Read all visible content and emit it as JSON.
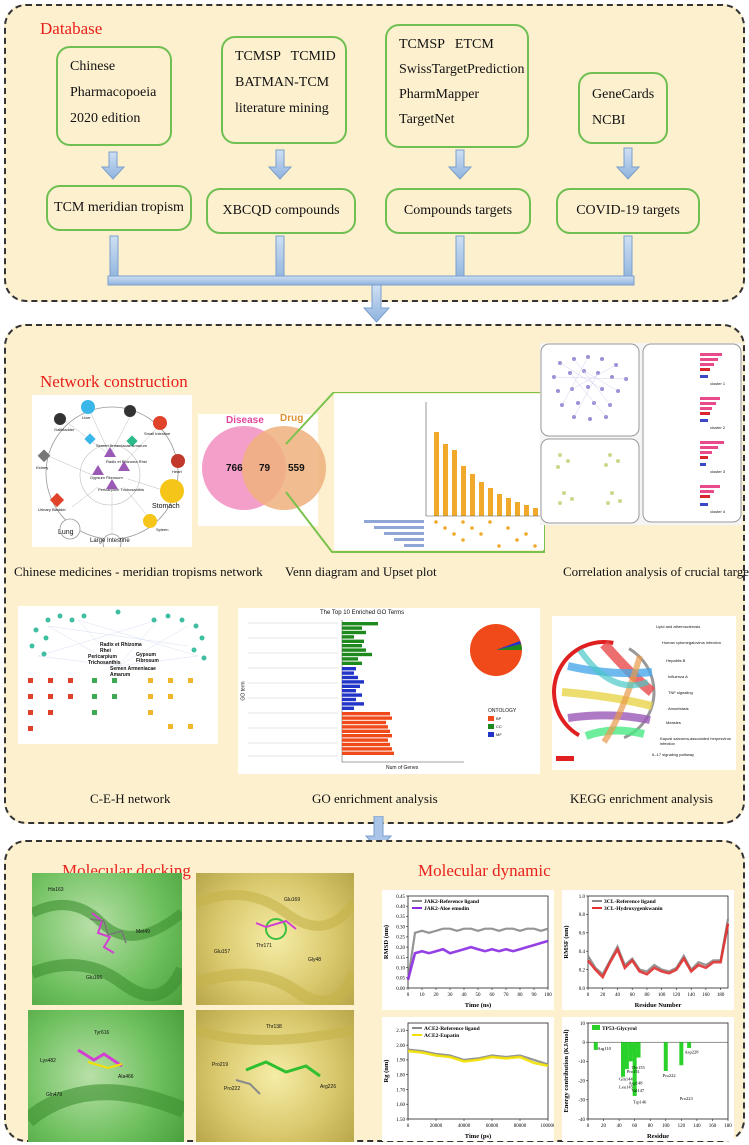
{
  "database": {
    "title": "Database",
    "sources": [
      [
        "Chinese",
        "Pharmacopoeia",
        "2020 edition"
      ],
      [
        "TCMSP   TCMID",
        "BATMAN-TCM",
        "literature mining"
      ],
      [
        "TCMSP   ETCM",
        "SwissTargetPrediction",
        "PharmMapper",
        "TargetNet"
      ],
      [
        "GeneCards",
        "NCBI"
      ]
    ],
    "targets": [
      "TCM meridian tropism",
      "XBCQD compounds",
      "Compounds targets",
      "COVID-19 targets"
    ]
  },
  "network": {
    "title": "Network construction",
    "captions": {
      "meridian": "Chinese medicines - meridian tropisms network",
      "venn": "Venn diagram and Upset plot",
      "correlation": "Correlation analysis of crucial targets",
      "ceh": "C-E-H network",
      "go": "GO enrichment analysis",
      "kegg": "KEGG enrichment analysis"
    },
    "venn": {
      "left_label": "Disease",
      "right_label": "Drug",
      "left_only": "766",
      "overlap": "79",
      "right_only": "559"
    },
    "meridian_nodes": [
      "Lung",
      "Large Intestine",
      "Stomach",
      "Spleen",
      "Small Intestine",
      "Heart",
      "Liver",
      "Kidney",
      "Urinary Bladder",
      "Gallbladder"
    ],
    "meridian_herbs": [
      "Semen Armeniacae Amarum",
      "Radix et Rhizoma Rhei",
      "Gypsum Fibrosum",
      "Pericarpium Trichosanthis"
    ],
    "ceh_herbs": [
      "Radix et Rhizoma Rhei",
      "Gypsum Fibrosum",
      "Pericarpium Trichosanthis",
      "Semen Armeniacae Amarum"
    ],
    "go_title": "The Top 10 Enriched GO Terms",
    "go_xlabel": "Num of Genes",
    "go_ylabel": "GO term",
    "go_legend_title": "ONTOLOGY",
    "go_legend": [
      "BP",
      "CC",
      "MF"
    ],
    "kegg_terms": [
      "Lipid and atherosclerosis",
      "Human cytomegalovirus infection",
      "Hepatitis B",
      "Influenza A",
      "TNF signaling",
      "Amoebiasis",
      "Measles",
      "Kaposi sarcoma-associated herpesvirus infection",
      "IL-17 signaling pathway"
    ],
    "correlation_clusters": [
      "cluster 1",
      "cluster 2",
      "cluster 3",
      "cluster 4"
    ]
  },
  "simulation": {
    "docking_title": "Molecular docking",
    "dynamic_title": "Molecular dynamic",
    "docking_residues": [
      [
        "His163",
        "Glu166",
        "Met49"
      ],
      [
        "Glu169",
        "Thr171",
        "Glu157",
        "Gly48"
      ],
      [
        "Tyr616",
        "Lys482",
        "Gln479",
        "Ala466"
      ],
      [
        "Thr138",
        "Pro219",
        "Pro222",
        "Arg226"
      ]
    ],
    "colors": {
      "gray_series": "#8a8a8a",
      "purple_series": "#8a2be2",
      "red_series": "#e03030",
      "yellow_series": "#f2e000",
      "green_bars": "#2bd12b"
    }
  },
  "chart_data": [
    {
      "type": "line",
      "title": "",
      "xlabel": "Time (ns)",
      "ylabel": "RMSD (nm)",
      "xlim": [
        0,
        100
      ],
      "ylim": [
        0.0,
        0.45
      ],
      "xticks": [
        "0",
        "10",
        "20",
        "30",
        "40",
        "50",
        "60",
        "70",
        "80",
        "90",
        "100"
      ],
      "yticks": [
        "0.00",
        "0.05",
        "0.10",
        "0.15",
        "0.20",
        "0.25",
        "0.30",
        "0.35",
        "0.40",
        "0.45"
      ],
      "series": [
        {
          "name": "JAK2-Reference ligand",
          "color": "#8a8a8a",
          "x": [
            0,
            5,
            10,
            15,
            20,
            25,
            30,
            35,
            40,
            45,
            50,
            55,
            60,
            65,
            70,
            75,
            80,
            85,
            90,
            95,
            100
          ],
          "values": [
            0.04,
            0.27,
            0.28,
            0.27,
            0.28,
            0.29,
            0.29,
            0.28,
            0.29,
            0.29,
            0.28,
            0.29,
            0.29,
            0.28,
            0.29,
            0.29,
            0.28,
            0.29,
            0.29,
            0.28,
            0.29
          ]
        },
        {
          "name": "JAK2-Aloe emodin",
          "color": "#8a2be2",
          "x": [
            0,
            5,
            10,
            15,
            20,
            25,
            30,
            35,
            40,
            45,
            50,
            55,
            60,
            65,
            70,
            75,
            80,
            85,
            90,
            95,
            100
          ],
          "values": [
            0.04,
            0.17,
            0.18,
            0.17,
            0.18,
            0.19,
            0.17,
            0.18,
            0.19,
            0.2,
            0.19,
            0.18,
            0.19,
            0.18,
            0.19,
            0.18,
            0.19,
            0.2,
            0.21,
            0.22,
            0.23
          ]
        }
      ]
    },
    {
      "type": "line",
      "title": "",
      "xlabel": "Residue Number",
      "ylabel": "RMSF (nm)",
      "xlim": [
        0,
        190
      ],
      "ylim": [
        0.0,
        1.0
      ],
      "xticks": [
        "0",
        "20",
        "40",
        "60",
        "80",
        "100",
        "120",
        "140",
        "160",
        "180"
      ],
      "yticks": [
        "0.0",
        "0.2",
        "0.4",
        "0.6",
        "0.8",
        "1.0"
      ],
      "series": [
        {
          "name": "3CL-Reference ligand",
          "color": "#8a8a8a",
          "x": [
            0,
            10,
            20,
            30,
            40,
            50,
            60,
            70,
            80,
            90,
            100,
            110,
            120,
            130,
            140,
            150,
            160,
            170,
            180,
            190
          ],
          "values": [
            0.35,
            0.22,
            0.15,
            0.3,
            0.45,
            0.25,
            0.32,
            0.2,
            0.18,
            0.25,
            0.2,
            0.18,
            0.22,
            0.35,
            0.2,
            0.28,
            0.25,
            0.3,
            0.3,
            0.75
          ]
        },
        {
          "name": "3CL-Hydroxygenkwanin",
          "color": "#e03030",
          "x": [
            0,
            10,
            20,
            30,
            40,
            50,
            60,
            70,
            80,
            90,
            100,
            110,
            120,
            130,
            140,
            150,
            160,
            170,
            180,
            190
          ],
          "values": [
            0.3,
            0.2,
            0.12,
            0.28,
            0.42,
            0.22,
            0.3,
            0.18,
            0.15,
            0.22,
            0.18,
            0.16,
            0.2,
            0.32,
            0.18,
            0.25,
            0.22,
            0.28,
            0.28,
            0.7
          ]
        }
      ]
    },
    {
      "type": "line",
      "title": "",
      "xlabel": "Time (ps)",
      "ylabel": "Rg (nm)",
      "xlim": [
        0,
        100000
      ],
      "ylim": [
        1.5,
        2.15
      ],
      "xticks": [
        "0",
        "20000",
        "40000",
        "60000",
        "80000",
        "100000"
      ],
      "yticks": [
        "1.50",
        "1.60",
        "1.70",
        "1.80",
        "1.90",
        "2.00",
        "2.10"
      ],
      "series": [
        {
          "name": "ACE2-Reference ligand",
          "color": "#8a8a8a",
          "x": [
            0,
            10000,
            20000,
            30000,
            40000,
            50000,
            60000,
            70000,
            80000,
            90000,
            100000
          ],
          "values": [
            1.97,
            1.96,
            1.94,
            1.93,
            1.9,
            1.91,
            1.93,
            1.92,
            1.93,
            1.9,
            1.87
          ]
        },
        {
          "name": "ACE2-Eupatin",
          "color": "#f2e000",
          "x": [
            0,
            10000,
            20000,
            30000,
            40000,
            50000,
            60000,
            70000,
            80000,
            90000,
            100000
          ],
          "values": [
            1.96,
            1.95,
            1.93,
            1.92,
            1.89,
            1.9,
            1.92,
            1.91,
            1.92,
            1.88,
            1.86
          ]
        }
      ]
    },
    {
      "type": "bar",
      "title": "",
      "xlabel": "Residue",
      "ylabel": "Energy contribution (KJ/mol)",
      "xlim": [
        0,
        180
      ],
      "ylim": [
        -40,
        10
      ],
      "xticks": [
        "0",
        "20",
        "40",
        "60",
        "80",
        "100",
        "120",
        "140",
        "160",
        "180"
      ],
      "yticks": [
        "10",
        "0",
        "-10",
        "-20",
        "-30",
        "-40"
      ],
      "series": [
        {
          "name": "TP53-Glycyrol",
          "color": "#2bd12b",
          "x": [
            10,
            45,
            50,
            55,
            58,
            60,
            65,
            100,
            120,
            130
          ],
          "values": [
            -4,
            -18,
            -14,
            -10,
            -6,
            -28,
            -8,
            -15,
            -12,
            -3
          ]
        }
      ],
      "annotations": [
        "Arg110",
        "Gln144",
        "Leu145",
        "Thr155",
        "Pro151",
        "Asp148",
        "Val147",
        "Trp146",
        "Pro222",
        "Asp228",
        "Pro223"
      ]
    }
  ]
}
